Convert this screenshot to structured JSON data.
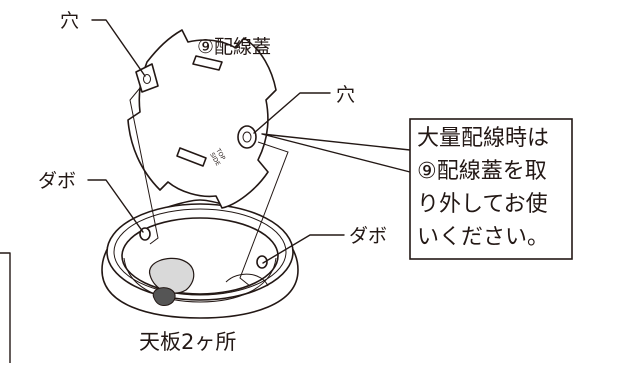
{
  "labels": {
    "hole_top": "穴",
    "cover_name": "⑨配線蓋",
    "hole_right": "穴",
    "dowel_left": "ダボ",
    "dowel_right": "ダボ",
    "caption": "天板2ヶ所"
  },
  "note": {
    "lines": [
      "大量配線時は",
      "⑨配線蓋を取",
      "り外してお使",
      "いください。"
    ]
  },
  "cover_marking": [
    "TOP",
    "SIDE"
  ]
}
